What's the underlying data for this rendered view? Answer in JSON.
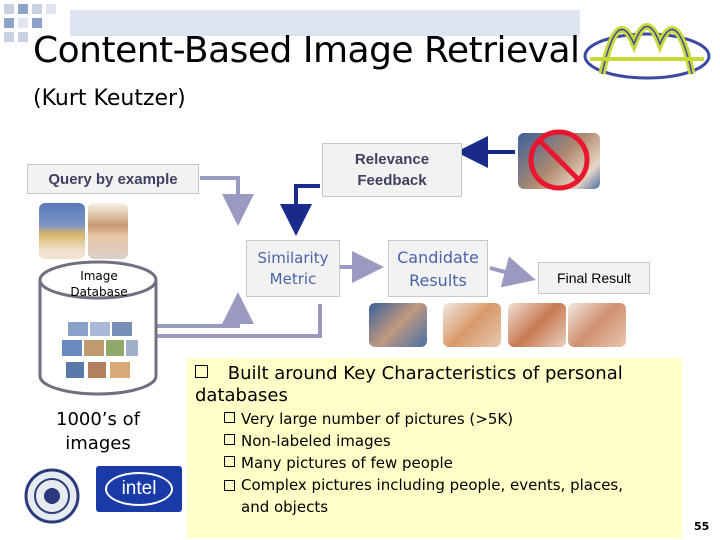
{
  "title": "Content-Based Image Retrieval",
  "subtitle": "(Kurt Keutzer)",
  "query_label": "Query by example",
  "relevance_feedback": "Relevance\nFeedback",
  "similarity_metric": "Similarity\nMetric",
  "candidate_results": "Candidate\nResults",
  "final_result": "Final Result",
  "image_database": "Image\nDatabase",
  "images_count": "1000’s of\nimages",
  "bullet_main": "Built around Key Characteristics of personal databases",
  "sub_bullets": [
    "Very large number of pictures (>5K)",
    "Non-labeled images",
    "Many pictures of few people",
    "Complex pictures including people, events, places, and objects"
  ],
  "intel_logo": "intel",
  "page_number": "55",
  "colors": {
    "accent_blue": "#4a63a8",
    "arrow_gray": "#9a9ac0",
    "arrow_dark_blue": "#1a2a8a",
    "highlight_yellow": "#ffffc8"
  }
}
